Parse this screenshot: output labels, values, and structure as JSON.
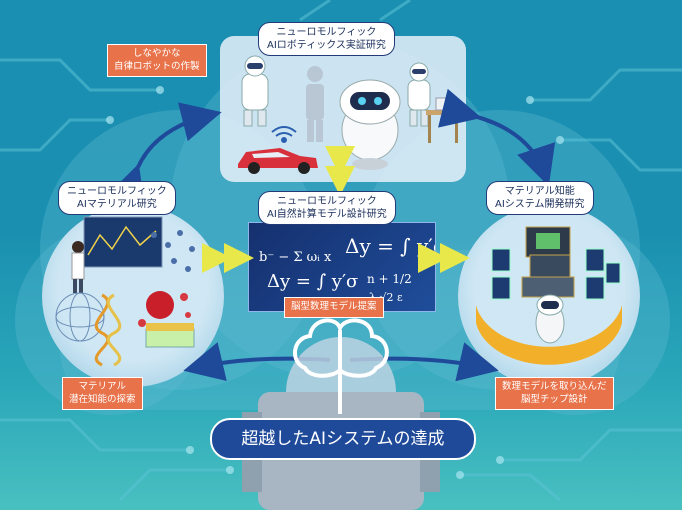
{
  "colors": {
    "background": "#1b8fb2",
    "label_border": "#223a78",
    "accent_orange": "#e8724a",
    "arrow_blue": "#1f4a9a",
    "arrow_yellow": "#e8e84a",
    "bottom_box": "#1f4a9a"
  },
  "nodes": {
    "top": {
      "line1": "ニューロモルフィック",
      "line2": "AIロボティックス実証研究"
    },
    "center": {
      "line1": "ニューロモルフィック",
      "line2": "AI自然計算モデル設計研究"
    },
    "left": {
      "line1": "ニューロモルフィック",
      "line2": "AIマテリアル研究"
    },
    "right": {
      "line1": "マテリアル知能",
      "line2": "AIシステム開発研究"
    }
  },
  "callouts": {
    "robot_making": {
      "line1": "しなやかな",
      "line2": "自律ロボットの作製"
    },
    "model_proposal": "脳型数理モデル提案",
    "material_search": {
      "line1": "マテリアル",
      "line2": "潜在知能の探索"
    },
    "chip_design": {
      "line1": "数理モデルを取り込んだ",
      "line2": "脳型チップ設計"
    }
  },
  "goal": "超越したAIシステムの達成",
  "icons": [
    "brain-icon",
    "robot-icon",
    "car-icon",
    "dna-icon",
    "chip-icon",
    "cloud-icon"
  ]
}
